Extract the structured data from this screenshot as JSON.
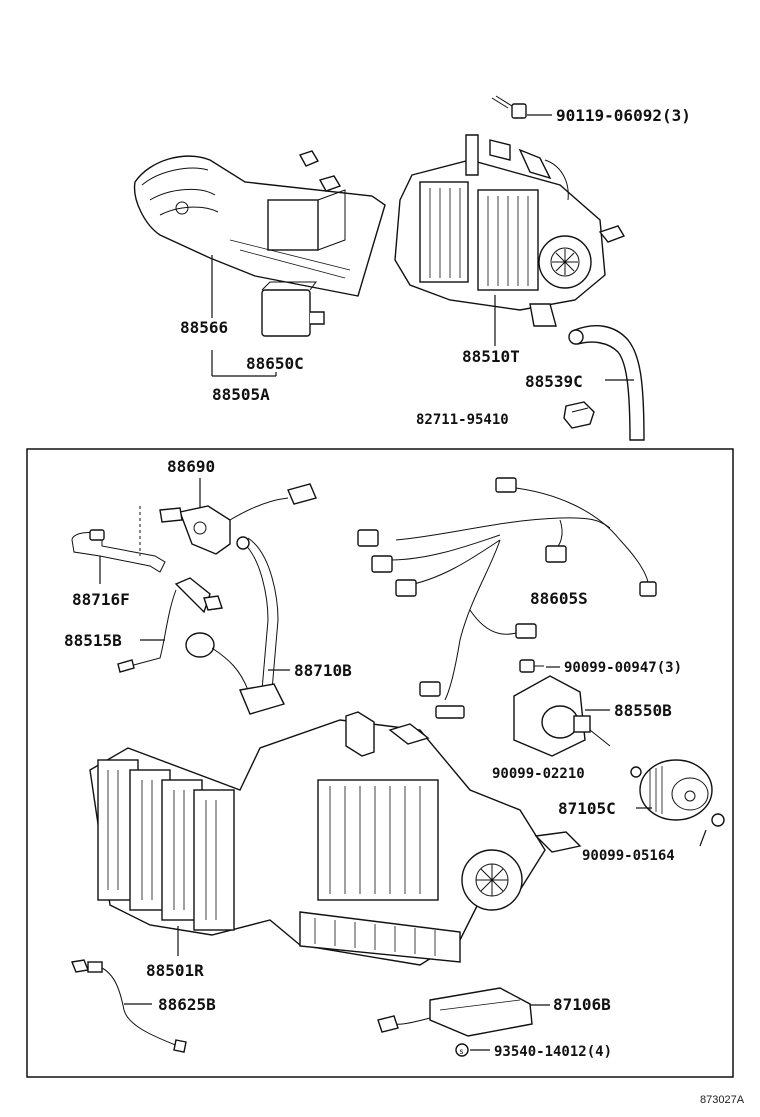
{
  "labels": {
    "screw_90119": "90119-06092(3)",
    "duct_88566": "88566",
    "part_88650c": "88650C",
    "part_88505a": "88505A",
    "unit_88510t": "88510T",
    "hose_88539c": "88539C",
    "clip_82711": "82711-95410",
    "part_88690": "88690",
    "part_88716f": "88716F",
    "part_88515b": "88515B",
    "part_88710b": "88710B",
    "harness_88605s": "88605S",
    "screw_90099_00947": "90099-00947(3)",
    "servo_88550b": "88550B",
    "washer_90099_02210": "90099-02210",
    "fan_87105c": "87105C",
    "nut_90099_05164": "90099-05164",
    "unit_88501r": "88501R",
    "sensor_88625b": "88625B",
    "resistor_87106b": "87106B",
    "screw_93540": "93540-14012(4)"
  },
  "figure_number": "873027A"
}
